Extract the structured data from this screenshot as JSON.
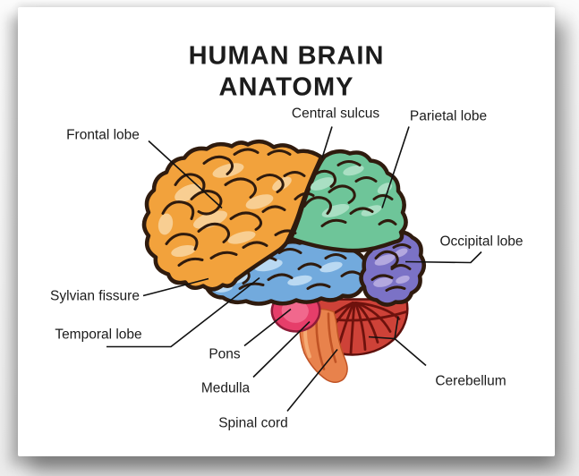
{
  "title": {
    "line1": "HUMAN BRAIN",
    "line2": "ANATOMY"
  },
  "labels": {
    "frontal": "Frontal lobe",
    "central_sulcus": "Central sulcus",
    "parietal": "Parietal lobe",
    "occipital": "Occipital lobe",
    "sylvian": "Sylvian fissure",
    "temporal": "Temporal lobe",
    "pons": "Pons",
    "medulla": "Medulla",
    "spinal": "Spinal cord",
    "cerebellum": "Cerebellum"
  },
  "colors": {
    "frontal_lobe": "#F2A23C",
    "frontal_highlight": "#F8CE92",
    "parietal_lobe": "#6EC599",
    "parietal_highlight": "#A9DFC3",
    "temporal_lobe": "#72AADD",
    "temporal_highlight": "#BAD9F2",
    "occipital_lobe": "#7B72C6",
    "occipital_highlight": "#B3A8DF",
    "cerebellum_fill": "#CE4238",
    "cerebellum_ribs": "#6E120D",
    "cerebellum_edge": "#5E100C",
    "pons_fill": "#E63E6A",
    "pons_highlight": "#F1688D",
    "pons_edge": "#8E1B38",
    "brainstem_fill": "#E8824C",
    "brainstem_shade": "#C05325",
    "brainstem_highlight": "#F5AB74",
    "outline": "#2F1B0E",
    "label_text": "#1C1C1C",
    "leader_line": "#111111"
  }
}
